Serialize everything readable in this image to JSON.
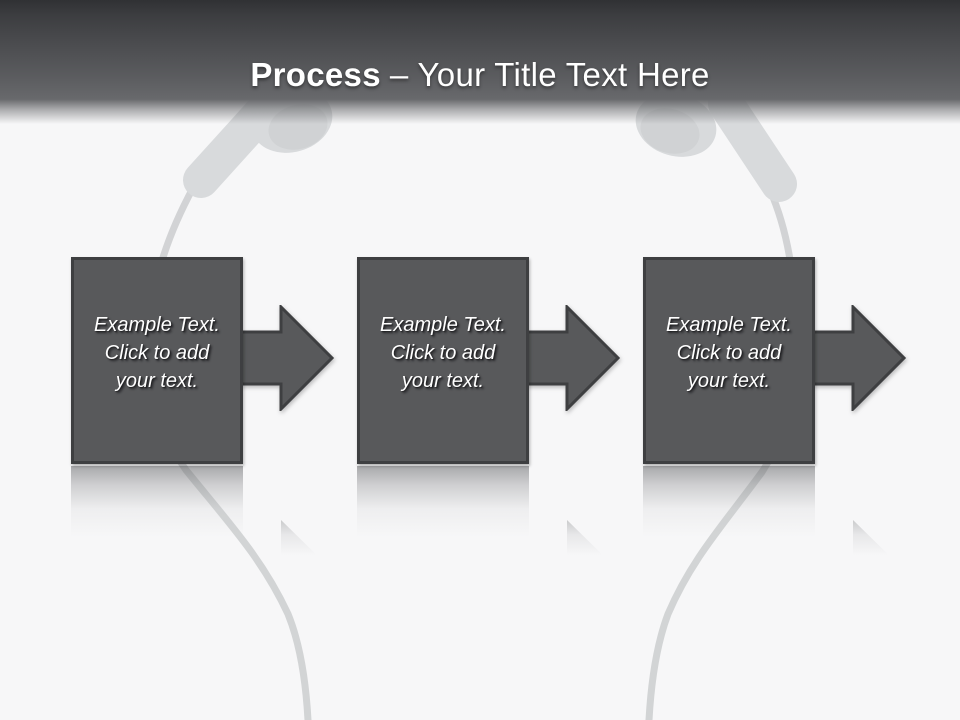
{
  "title": {
    "emphasis": "Process",
    "separator": "–",
    "rest": "Your Title Text Here"
  },
  "steps": [
    {
      "lines": [
        "Example Text.",
        "Click to add",
        "your text."
      ]
    },
    {
      "lines": [
        "Example Text.",
        "Click to add",
        "your text."
      ]
    },
    {
      "lines": [
        "Example Text.",
        "Click to add",
        "your text."
      ]
    }
  ],
  "theme": {
    "page_bg": "#f7f7f8",
    "band_top": "#303134",
    "band_mid": "#4a4b4e",
    "band_bottom": "#68696c",
    "shape_fill": "#58595b",
    "shape_border": "#3e3f41",
    "step_text_color": "#ffffff",
    "watermark_fill": "#ced1d3",
    "cable_color": "#c6c8ca",
    "reflection_gray": "#8e8f92"
  }
}
